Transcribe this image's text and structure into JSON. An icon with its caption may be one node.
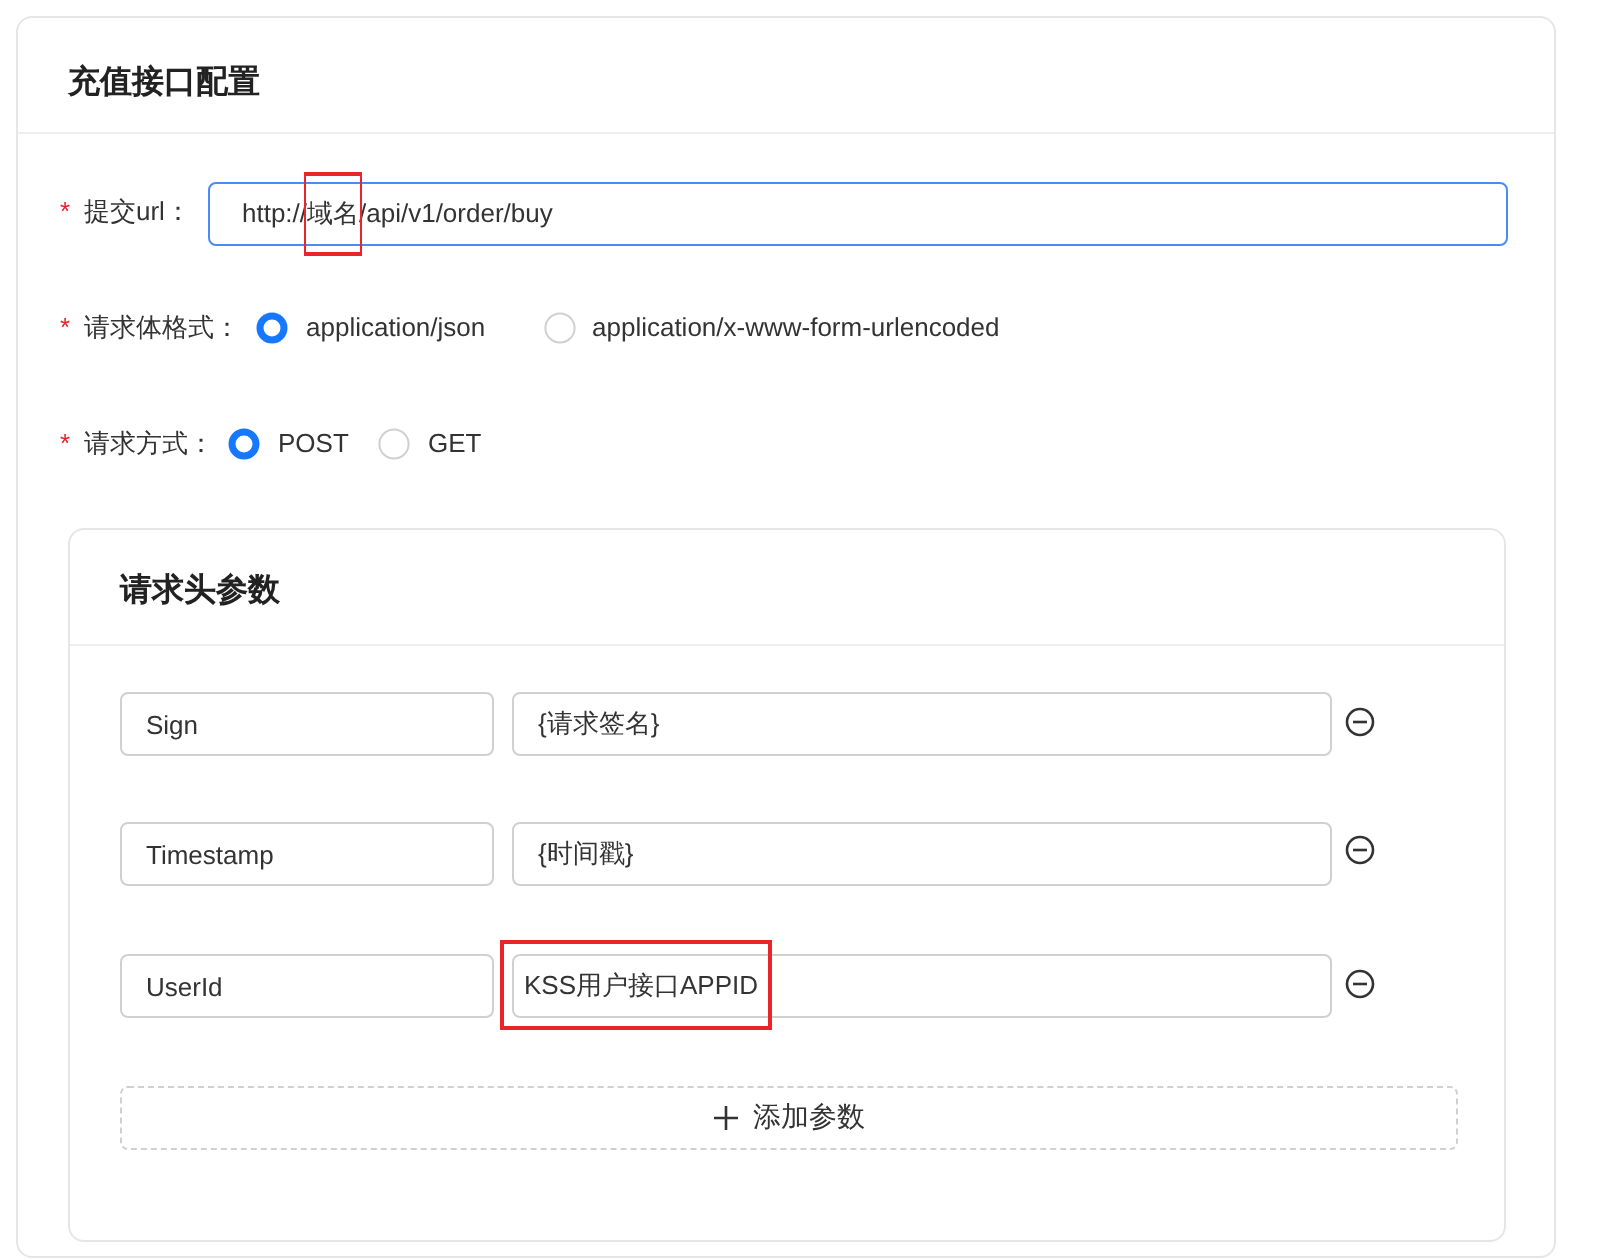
{
  "diagram": {
    "nodes": [
      {
        "text": [
          "充值接口配置"
        ]
      },
      {
        "text": [
          "http://域名/api/v1/order/buy"
        ],
        "in": 0
      },
      {
        "text": [
          "请求头参数"
        ],
        "in": 0
      },
      {
        "text": [
          "Sign"
        ],
        "in": 2
      },
      {
        "text": [
          "{请求签名}"
        ],
        "in": 2
      },
      {
        "text": [
          "Timestamp"
        ],
        "in": 2
      },
      {
        "text": [
          "{时间戳}"
        ],
        "in": 2
      },
      {
        "text": [
          "UserId"
        ],
        "in": 2
      },
      {
        "text": [
          "KSS用户接口APPID"
        ],
        "in": 2
      },
      {
        "text": [
          "添加参数"
        ],
        "in": 2
      }
    ],
    "edges": [],
    "labels": [
      "*",
      "提交url：",
      "*",
      "请求体格式：",
      "application/json",
      "application/x-www-form-urlencoded",
      "*",
      "请求方式：",
      "POST",
      "GET"
    ]
  }
}
